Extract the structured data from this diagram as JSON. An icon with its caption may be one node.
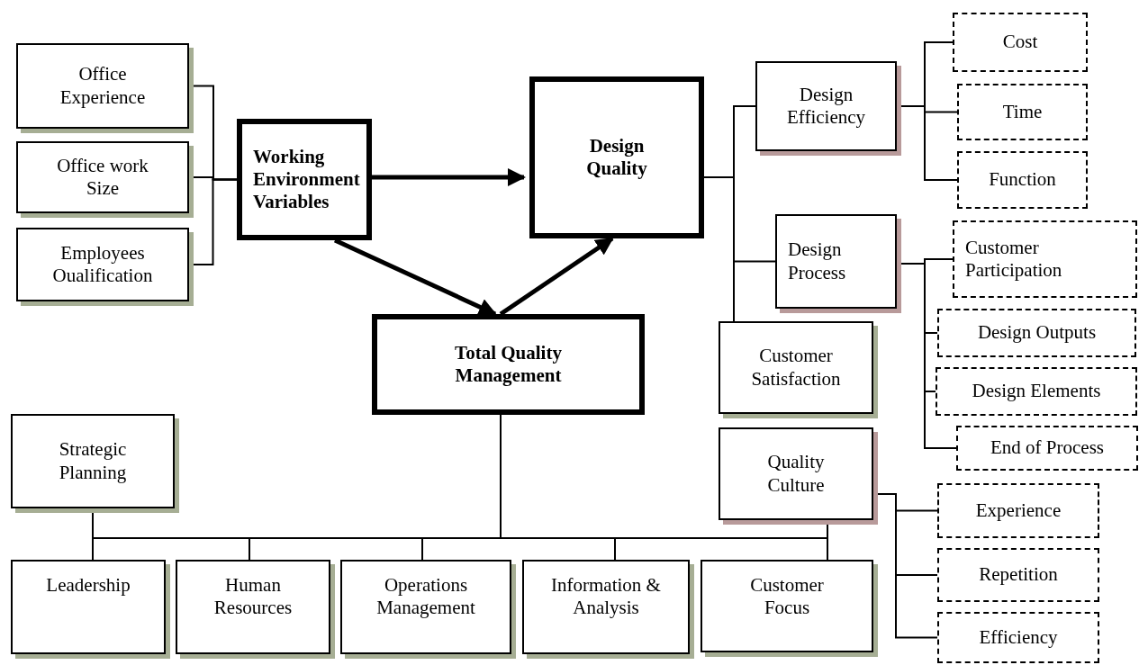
{
  "diagram": {
    "nodes": [
      {
        "text": [
          "Office Experience"
        ]
      },
      {
        "text": [
          "Office work Size"
        ]
      },
      {
        "text": [
          "Employees Oualification"
        ]
      },
      {
        "text": [
          "Working Environment Variables"
        ]
      },
      {
        "text": [
          "Design Quality"
        ]
      },
      {
        "text": [
          "Total Quality Management"
        ]
      },
      {
        "text": [
          "Design Efficiency"
        ]
      },
      {
        "text": [
          "Cost"
        ]
      },
      {
        "text": [
          "Time"
        ]
      },
      {
        "text": [
          "Function"
        ]
      },
      {
        "text": [
          "Design Process"
        ]
      },
      {
        "text": [
          "Customer Participation"
        ]
      },
      {
        "text": [
          "Customer Satisfaction"
        ]
      },
      {
        "text": [
          "Design Outputs"
        ]
      },
      {
        "text": [
          "Design Elements"
        ]
      },
      {
        "text": [
          "End of Process"
        ]
      },
      {
        "text": [
          "Quality Culture"
        ]
      },
      {
        "text": [
          "Experience"
        ]
      },
      {
        "text": [
          "Repetition"
        ]
      },
      {
        "text": [
          "Efficiency"
        ]
      },
      {
        "text": [
          "Strategic Planning"
        ]
      },
      {
        "text": [
          "Leadership"
        ]
      },
      {
        "text": [
          "Human Resources"
        ]
      },
      {
        "text": [
          "Operations Management"
        ]
      },
      {
        "text": [
          "Information & Analysis"
        ]
      },
      {
        "text": [
          "Customer Focus"
        ]
      }
    ],
    "edges": [
      {
        "from": 0,
        "to": 3,
        "arrow": "none"
      },
      {
        "from": 1,
        "to": 3,
        "arrow": "none"
      },
      {
        "from": 2,
        "to": 3,
        "arrow": "none"
      },
      {
        "from": 3,
        "to": 4,
        "arrow": "to",
        "style": "thick"
      },
      {
        "from": 3,
        "to": 5,
        "arrow": "to",
        "style": "thick"
      },
      {
        "from": 5,
        "to": 4,
        "arrow": "to",
        "style": "thick"
      },
      {
        "from": 4,
        "to": 6,
        "arrow": "none"
      },
      {
        "from": 4,
        "to": 10,
        "arrow": "none"
      },
      {
        "from": 4,
        "to": 12,
        "arrow": "none"
      },
      {
        "from": 6,
        "to": 7,
        "arrow": "none"
      },
      {
        "from": 6,
        "to": 8,
        "arrow": "none"
      },
      {
        "from": 6,
        "to": 9,
        "arrow": "none"
      },
      {
        "from": 10,
        "to": 11,
        "arrow": "none"
      },
      {
        "from": 10,
        "to": 13,
        "arrow": "none"
      },
      {
        "from": 10,
        "to": 14,
        "arrow": "none"
      },
      {
        "from": 10,
        "to": 15,
        "arrow": "none"
      },
      {
        "from": 16,
        "to": 17,
        "arrow": "none"
      },
      {
        "from": 16,
        "to": 18,
        "arrow": "none"
      },
      {
        "from": 16,
        "to": 19,
        "arrow": "none"
      },
      {
        "from": 5,
        "to": 20,
        "arrow": "none"
      },
      {
        "from": 5,
        "to": 21,
        "arrow": "none"
      },
      {
        "from": 5,
        "to": 22,
        "arrow": "none"
      },
      {
        "from": 5,
        "to": 23,
        "arrow": "none"
      },
      {
        "from": 5,
        "to": 24,
        "arrow": "none"
      },
      {
        "from": 5,
        "to": 25,
        "arrow": "none"
      },
      {
        "from": 5,
        "to": 16,
        "arrow": "none"
      }
    ]
  }
}
